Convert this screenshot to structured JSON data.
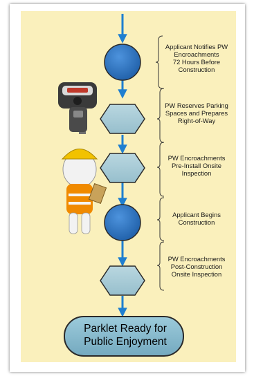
{
  "steps": [
    {
      "shape": "circle",
      "label_lines": [
        "Applicant Notifies PW",
        "Encroachments",
        "72 Hours Before",
        "Construction"
      ]
    },
    {
      "shape": "hexagon",
      "label_lines": [
        "PW Reserves Parking",
        "Spaces and Prepares",
        "Right-of-Way"
      ]
    },
    {
      "shape": "hexagon",
      "label_lines": [
        "PW Encroachments",
        "Pre-Install Onsite",
        "Inspection"
      ]
    },
    {
      "shape": "circle",
      "label_lines": [
        "Applicant  Begins",
        "Construction"
      ]
    },
    {
      "shape": "hexagon",
      "label_lines": [
        "PW Encroachments",
        "Post-Construction",
        "Onsite Inspection"
      ]
    }
  ],
  "final": {
    "shape": "rounded-rect",
    "label_lines": [
      "Parklet Ready for",
      "Public Enjoyment"
    ]
  },
  "illustrations": [
    "parking-meter-icon",
    "construction-worker-icon"
  ],
  "colors": {
    "background_panel": "#faf0bc",
    "arrow": "#1f7fd0",
    "circle_fill": "#2d74c4",
    "hexagon_fill": "#a9cbd6",
    "shape_stroke": "#2a2a2a",
    "final_fill": "#88b8cb"
  }
}
